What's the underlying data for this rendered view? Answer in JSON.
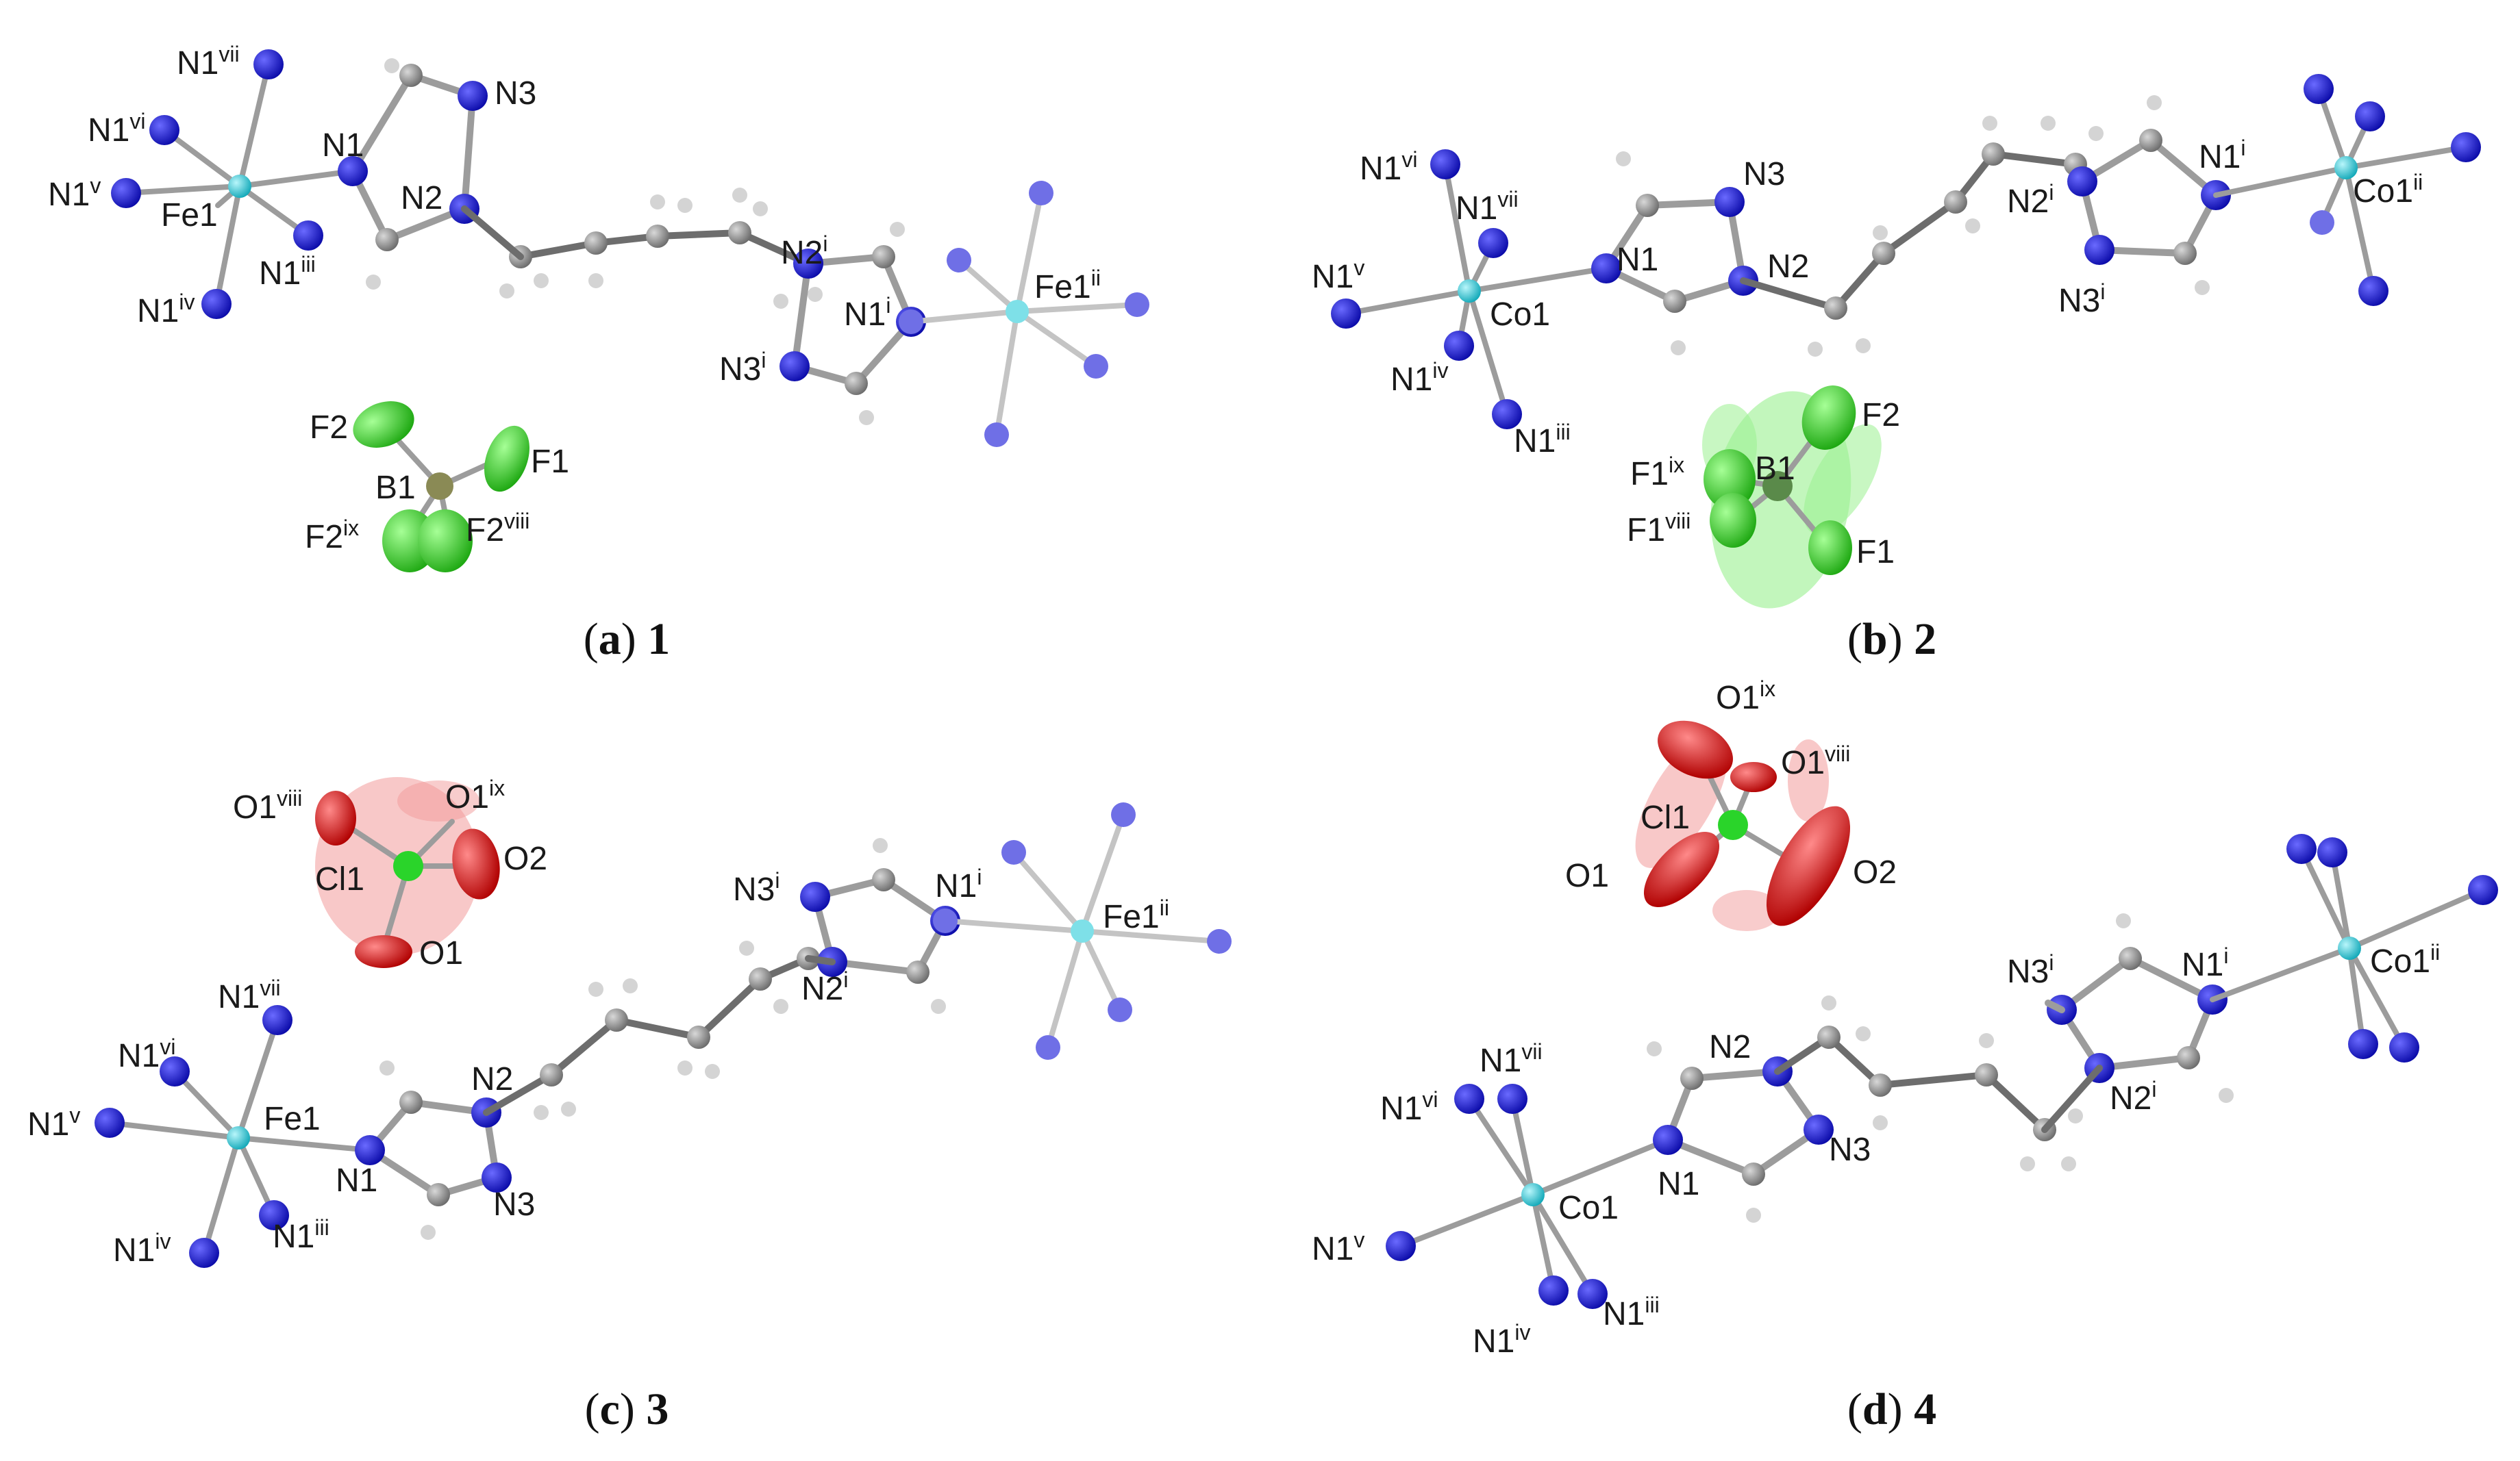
{
  "colors": {
    "nitrogen": "#1414d8",
    "nitrogen_dim": "#6f6fe6",
    "carbon": "#8a8a8a",
    "hydrogen": "#d4d4d4",
    "metal": "#19c6d6",
    "metal_dim": "#7ee0e8",
    "fluorine": "#3fdc2a",
    "fluorine_ghost": "#9af08f",
    "boron": "#8a8a55",
    "oxygen": "#e01010",
    "oxygen_ghost": "#f29a9a",
    "chlorine": "#2ad42a",
    "bond": "#9c9c9c",
    "bond_dark": "#6d6d6d"
  },
  "panels": [
    {
      "id": "a",
      "caption": {
        "letter": "a",
        "compound": "1"
      },
      "metal_center": {
        "label": "Fe1"
      },
      "metal_image": {
        "label": "Fe1",
        "sup": "ii"
      },
      "ring_atoms": [
        {
          "label": "N1"
        },
        {
          "label": "N2"
        },
        {
          "label": "N3"
        },
        {
          "label": "N2",
          "sup": "i"
        },
        {
          "label": "N1",
          "sup": "i"
        },
        {
          "label": "N3",
          "sup": "i"
        }
      ],
      "coordinated_n": [
        {
          "label": "N1",
          "sup": "vii"
        },
        {
          "label": "N1",
          "sup": "vi"
        },
        {
          "label": "N1",
          "sup": "v"
        },
        {
          "label": "N1",
          "sup": "iv"
        },
        {
          "label": "N1",
          "sup": "iii"
        }
      ],
      "anion_atoms": [
        {
          "label": "F2"
        },
        {
          "label": "F1"
        },
        {
          "label": "B1"
        },
        {
          "label": "F2",
          "sup": "ix"
        },
        {
          "label": "F2",
          "sup": "viii"
        }
      ]
    },
    {
      "id": "b",
      "caption": {
        "letter": "b",
        "compound": "2"
      },
      "metal_center": {
        "label": "Co1"
      },
      "metal_image": {
        "label": "Co1",
        "sup": "ii"
      },
      "ring_atoms": [
        {
          "label": "N1"
        },
        {
          "label": "N2"
        },
        {
          "label": "N3"
        },
        {
          "label": "N2",
          "sup": "i"
        },
        {
          "label": "N1",
          "sup": "i"
        },
        {
          "label": "N3",
          "sup": "i"
        }
      ],
      "coordinated_n": [
        {
          "label": "N1",
          "sup": "vi"
        },
        {
          "label": "N1",
          "sup": "vii"
        },
        {
          "label": "N1",
          "sup": "v"
        },
        {
          "label": "N1",
          "sup": "iv"
        },
        {
          "label": "N1",
          "sup": "iii"
        }
      ],
      "anion_atoms": [
        {
          "label": "F2"
        },
        {
          "label": "B1"
        },
        {
          "label": "F1",
          "sup": "ix"
        },
        {
          "label": "F1",
          "sup": "viii"
        },
        {
          "label": "F1"
        }
      ]
    },
    {
      "id": "c",
      "caption": {
        "letter": "c",
        "compound": "3"
      },
      "metal_center": {
        "label": "Fe1"
      },
      "metal_image": {
        "label": "Fe1",
        "sup": "ii"
      },
      "ring_atoms": [
        {
          "label": "N1"
        },
        {
          "label": "N2"
        },
        {
          "label": "N3"
        },
        {
          "label": "N3",
          "sup": "i"
        },
        {
          "label": "N1",
          "sup": "i"
        },
        {
          "label": "N2",
          "sup": "i"
        }
      ],
      "coordinated_n": [
        {
          "label": "N1",
          "sup": "vii"
        },
        {
          "label": "N1",
          "sup": "vi"
        },
        {
          "label": "N1",
          "sup": "v"
        },
        {
          "label": "N1",
          "sup": "iv"
        },
        {
          "label": "N1",
          "sup": "iii"
        }
      ],
      "anion_atoms": [
        {
          "label": "O1",
          "sup": "viii"
        },
        {
          "label": "O1",
          "sup": "ix"
        },
        {
          "label": "Cl1"
        },
        {
          "label": "O2"
        },
        {
          "label": "O1"
        }
      ]
    },
    {
      "id": "d",
      "caption": {
        "letter": "d",
        "compound": "4"
      },
      "metal_center": {
        "label": "Co1"
      },
      "metal_image": {
        "label": "Co1",
        "sup": "ii"
      },
      "ring_atoms": [
        {
          "label": "N1"
        },
        {
          "label": "N2"
        },
        {
          "label": "N3"
        },
        {
          "label": "N3",
          "sup": "i"
        },
        {
          "label": "N1",
          "sup": "i"
        },
        {
          "label": "N2",
          "sup": "i"
        }
      ],
      "coordinated_n": [
        {
          "label": "N1",
          "sup": "vi"
        },
        {
          "label": "N1",
          "sup": "vii"
        },
        {
          "label": "N1",
          "sup": "v"
        },
        {
          "label": "N1",
          "sup": "iv"
        },
        {
          "label": "N1",
          "sup": "iii"
        }
      ],
      "anion_atoms": [
        {
          "label": "O1",
          "sup": "ix"
        },
        {
          "label": "O1",
          "sup": "viii"
        },
        {
          "label": "Cl1"
        },
        {
          "label": "O1"
        },
        {
          "label": "O2"
        }
      ]
    }
  ]
}
